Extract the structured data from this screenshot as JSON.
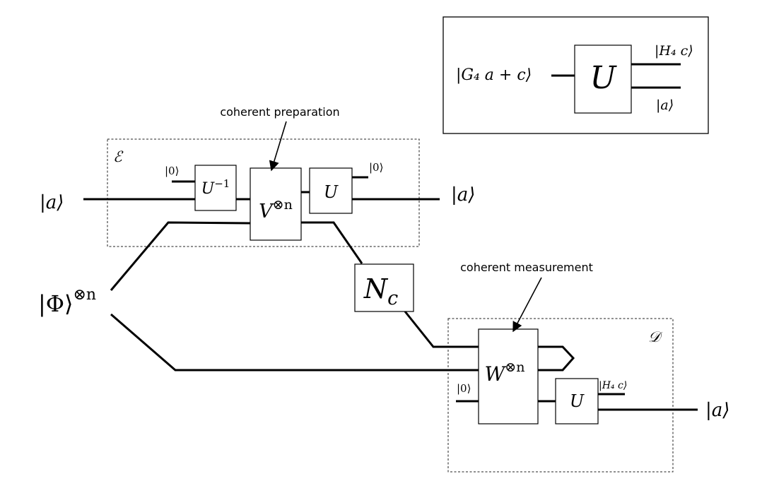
{
  "inset": {
    "input_state": "|G₄ a + c⟩",
    "gate": "U",
    "out_top": "|H₄ c⟩",
    "out_bottom": "|a⟩"
  },
  "labels": {
    "coherent_preparation": "coherent preparation",
    "coherent_measurement": "coherent measurement",
    "encoder": "ℰ",
    "decoder": "𝒟"
  },
  "states": {
    "input_a": "|a⟩",
    "output_a_top": "|a⟩",
    "entangled_base": "|Φ⟩",
    "entangled_power": "⊗n",
    "ancilla_1": "|0⟩",
    "ancilla_2": "|0⟩",
    "ancilla_3": "|0⟩",
    "h4c_out": "|H₄ c⟩",
    "output_a_bottom": "|a⟩"
  },
  "gates": {
    "u_inverse_base": "U",
    "u_inverse_power": "−1",
    "v_base": "V",
    "v_power": "⊗n",
    "u_encoder": "U",
    "noise_base": "N",
    "noise_sub": "c",
    "w_base": "W",
    "w_power": "⊗n",
    "u_decoder": "U"
  }
}
